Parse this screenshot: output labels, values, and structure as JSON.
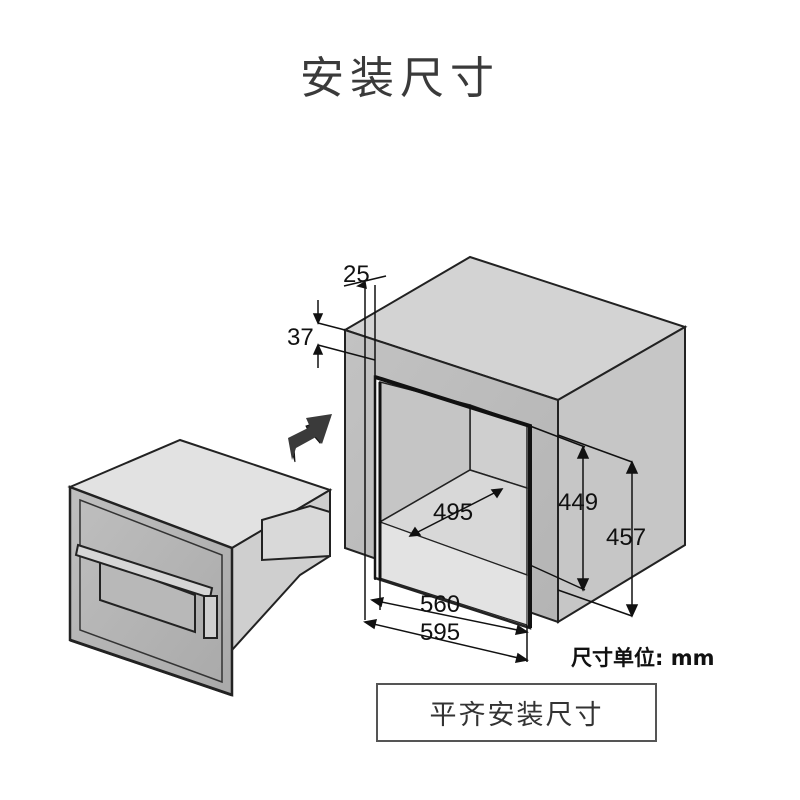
{
  "title": "安装尺寸",
  "dimensions": {
    "d25": "25",
    "d37": "37",
    "d495": "495",
    "d449": "449",
    "d457": "457",
    "d560": "560",
    "d595": "595"
  },
  "unit_label": "尺寸单位: mm",
  "caption": "平齐安装尺寸"
}
